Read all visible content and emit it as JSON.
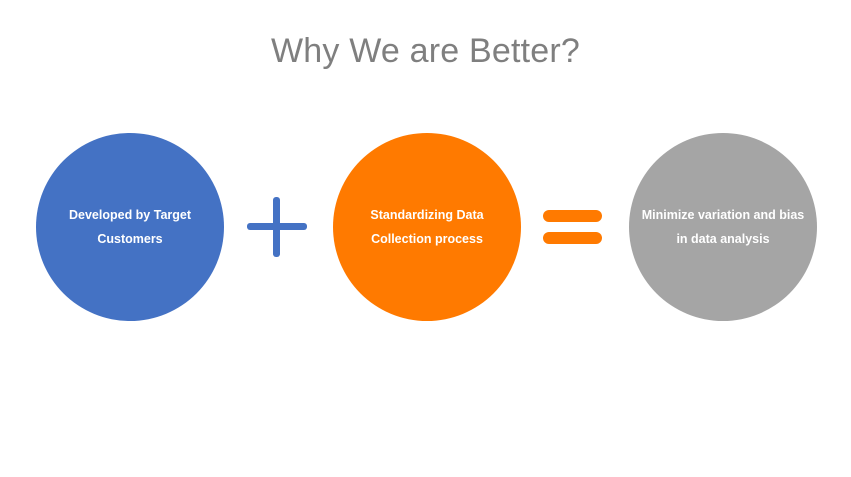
{
  "title": "Why We are Better?",
  "diagram": {
    "circles": [
      {
        "label": "Developed by Target Customers",
        "color": "#4472c4"
      },
      {
        "label": "Standardizing Data Collection process",
        "color": "#ff7a00"
      },
      {
        "label": "Minimize variation and bias in data analysis",
        "color": "#a5a5a5"
      }
    ],
    "operators": [
      {
        "symbol": "plus-icon",
        "color": "#4472c4"
      },
      {
        "symbol": "equals-icon",
        "color": "#ff7a00"
      }
    ]
  }
}
